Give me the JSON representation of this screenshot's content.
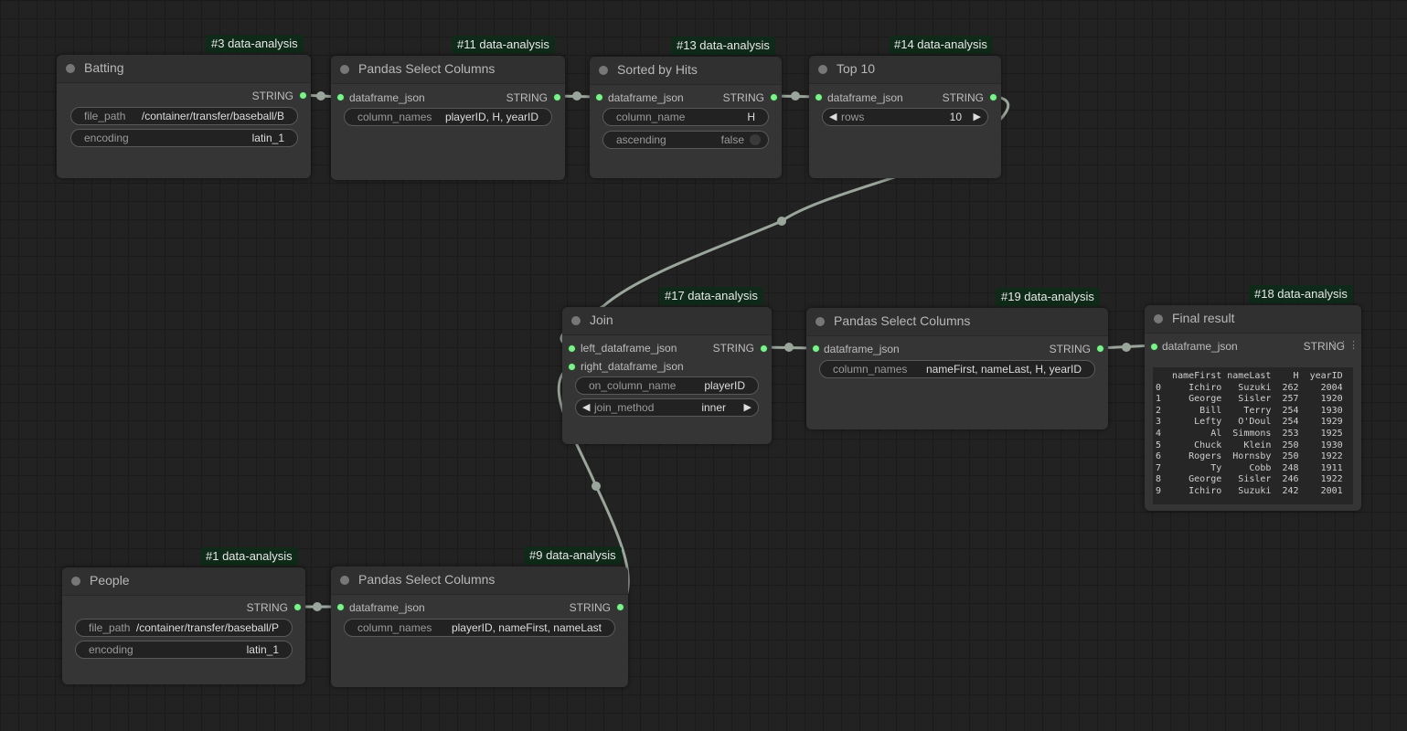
{
  "nodes": {
    "batting": {
      "badge": "#3 data-analysis",
      "title": "Batting",
      "output": "STRING",
      "widgets": [
        {
          "label": "file_path",
          "value": "/container/transfer/baseball/B"
        },
        {
          "label": "encoding",
          "value": "latin_1"
        }
      ]
    },
    "select11": {
      "badge": "#11 data-analysis",
      "title": "Pandas Select Columns",
      "input": "dataframe_json",
      "output": "STRING",
      "widgets": [
        {
          "label": "column_names",
          "value": "playerID, H, yearID"
        }
      ]
    },
    "sorted13": {
      "badge": "#13 data-analysis",
      "title": "Sorted by Hits",
      "input": "dataframe_json",
      "output": "STRING",
      "widgets": [
        {
          "label": "column_name",
          "value": "H"
        },
        {
          "label": "ascending",
          "value": "false"
        }
      ]
    },
    "top14": {
      "badge": "#14 data-analysis",
      "title": "Top 10",
      "input": "dataframe_json",
      "output": "STRING",
      "widgets": [
        {
          "label": "rows",
          "value": "10"
        }
      ]
    },
    "join17": {
      "badge": "#17 data-analysis",
      "title": "Join",
      "inputs": [
        "left_dataframe_json",
        "right_dataframe_json"
      ],
      "output": "STRING",
      "widgets": [
        {
          "label": "on_column_name",
          "value": "playerID"
        },
        {
          "label": "join_method",
          "value": "inner"
        }
      ]
    },
    "select19": {
      "badge": "#19 data-analysis",
      "title": "Pandas Select Columns",
      "input": "dataframe_json",
      "output": "STRING",
      "widgets": [
        {
          "label": "column_names",
          "value": "nameFirst, nameLast, H, yearID"
        }
      ]
    },
    "final18": {
      "badge": "#18 data-analysis",
      "title": "Final result",
      "input": "dataframe_json",
      "output": "STRING",
      "result_table": "   nameFirst nameLast    H  yearID\n0     Ichiro   Suzuki  262    2004\n1     George   Sisler  257    1920\n2       Bill    Terry  254    1930\n3      Lefty   O'Doul  254    1929\n4         Al  Simmons  253    1925\n5      Chuck    Klein  250    1930\n6     Rogers  Hornsby  250    1922\n7         Ty     Cobb  248    1911\n8     George   Sisler  246    1922\n9     Ichiro   Suzuki  242    2001"
    },
    "people": {
      "badge": "#1 data-analysis",
      "title": "People",
      "output": "STRING",
      "widgets": [
        {
          "label": "file_path",
          "value": "/container/transfer/baseball/P"
        },
        {
          "label": "encoding",
          "value": "latin_1"
        }
      ]
    },
    "select9": {
      "badge": "#9 data-analysis",
      "title": "Pandas Select Columns",
      "input": "dataframe_json",
      "output": "STRING",
      "widgets": [
        {
          "label": "column_names",
          "value": "playerID, nameFirst, nameLast"
        }
      ]
    }
  },
  "colors": {
    "canvas": "#222222",
    "node_body": "#353535",
    "port": "#7cf28a",
    "wire": "#9aa69c",
    "badge": "#0f2a18"
  },
  "icons": {
    "arrow_left": "◀",
    "arrow_right": "▶",
    "grip": "grip-icon"
  }
}
